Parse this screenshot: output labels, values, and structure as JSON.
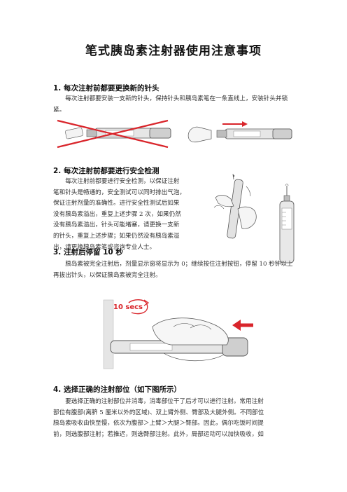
{
  "title": "笔式胰岛素注射器使用注意事项",
  "sections": [
    {
      "heading": "1. 每次注射前都要更换新的针头",
      "body": "每次注射都要安装一支新的针头，保持针头和胰岛素笔在一条直线上，安装针头并锁紧。"
    },
    {
      "heading": "2. 每次注射前都要进行安全检测",
      "lines": [
        "每次注射前都要进行安全检测，以保证注射",
        "笔和针头是畅通的，安全测试可以同时排出气泡，",
        "保证注射剂量的准确性。进行安全性测试后如果",
        "没有胰岛素溢出，重复上述步骤 2 次，如果仍然",
        "没有胰岛素溢出，针头可能堵塞，请更换一支新",
        "的针头，重复上述步骤；如果仍然没有胰岛素溢",
        "出，请更换胰岛素笔或咨询专业人士。"
      ]
    },
    {
      "heading": "3. 注射后停留 10 秒",
      "body": "胰岛素被完全注射后，剂量显示窗将显示为 0；继续按住注射按钮，停留 10 秒钟以上再拔出针头，以保证胰岛素被完全注射。",
      "badge": "10 secs"
    },
    {
      "heading": "4. 选择正确的注射部位（如下图所示）",
      "lines": [
        "要选择正确的注射部位并消毒，消毒部位干了后才可以进行注射。常用注射",
        "部位有腹部(离脐 5 厘米以外的区域)、双上臂外侧、臀部及大腿外侧。不同部位",
        "胰岛素吸收由快至慢，依次为腹部＞上臂＞大腿＞臀部。因此，偶尔吃饭时间提",
        "前，则选腹部注射；若推迟，则选臀部注射。此外，局部运动可以加快吸收，如"
      ]
    }
  ],
  "colors": {
    "red": "#d9252b",
    "pen_body": "#d8d8d8",
    "outline": "#555555"
  }
}
